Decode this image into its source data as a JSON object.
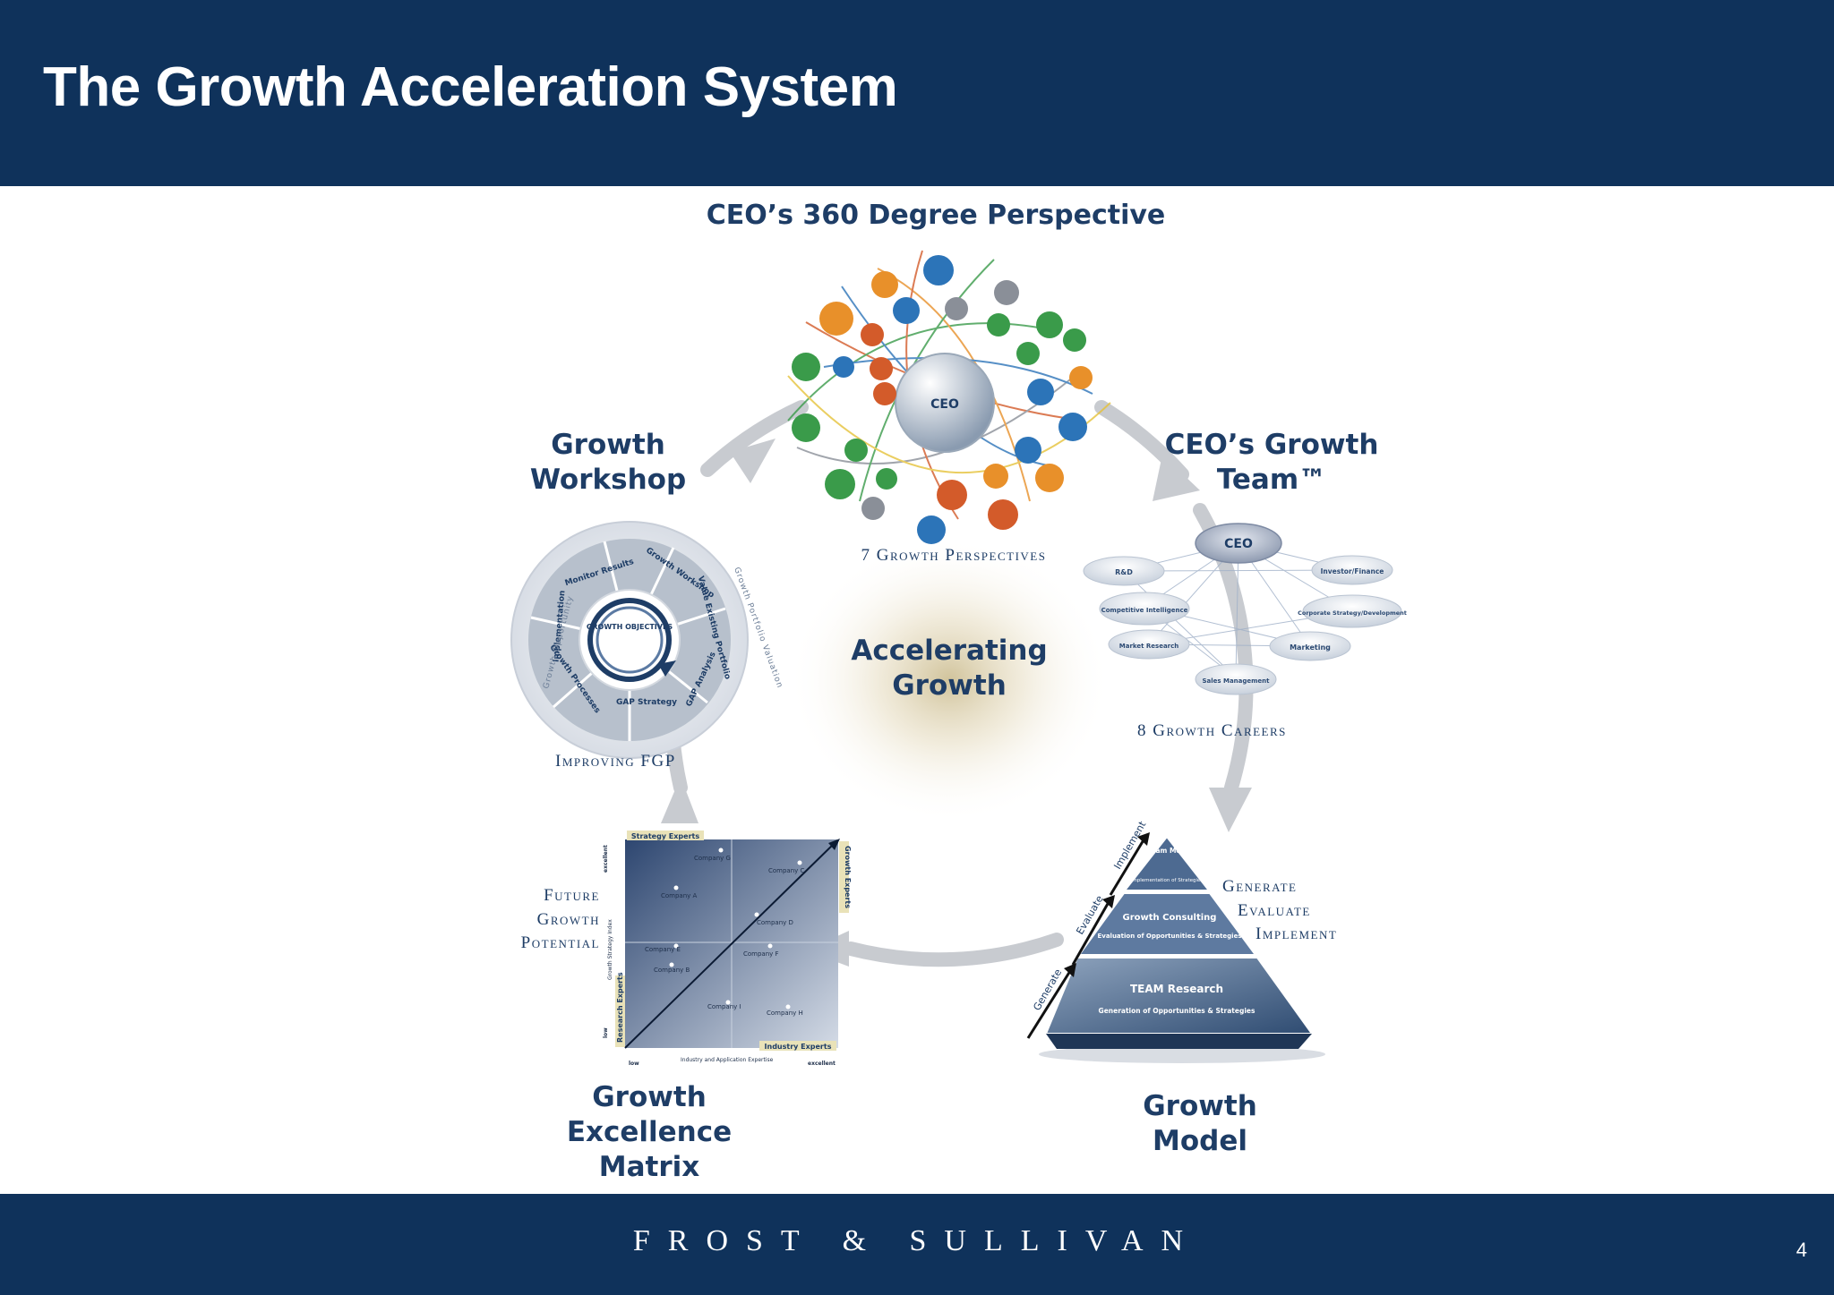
{
  "slide": {
    "title": "The Growth Acceleration System",
    "page_number": "4",
    "footer_brand": "FROST & SULLIVAN"
  },
  "center": {
    "title": "Accelerating Growth"
  },
  "perspective": {
    "heading": "CEO’s 360 Degree Perspective",
    "hub": "CEO",
    "caption": "7 Growth Perspectives"
  },
  "team": {
    "heading": "CEO’s Growth Team™",
    "hub": "CEO",
    "roles": [
      "R&D",
      "Investor/Finance",
      "Competitive Intelligence",
      "Corporate Strategy/Development",
      "Market Research",
      "Marketing",
      "Sales Management"
    ],
    "caption": "8 Growth Careers"
  },
  "model": {
    "heading": "Growth Model",
    "tiers": [
      {
        "title": "Growth Team Membership",
        "sub": "Implementation of Strategies"
      },
      {
        "title": "Growth Consulting",
        "sub": "Evaluation of Opportunities & Strategies"
      },
      {
        "title": "TEAM Research",
        "sub": "Generation of Opportunities & Strategies"
      }
    ],
    "arrow_labels": [
      "Generate",
      "Evaluate",
      "Implement"
    ],
    "steps": [
      "Generate",
      "Evaluate",
      "Implement"
    ]
  },
  "matrix": {
    "heading": "Growth Excellence Matrix",
    "side_caption": [
      "Future",
      "Growth",
      "Potential"
    ],
    "quadrants": [
      "Strategy Experts",
      "Growth Experts",
      "Research Experts",
      "Industry Experts"
    ],
    "y_axis": {
      "label": "Growth Strategy Index",
      "high": "excellent",
      "low": "low"
    },
    "x_axis": {
      "label": "Industry and Application Expertise",
      "high": "excellent",
      "low": "low"
    },
    "companies": [
      "Company G",
      "Company C",
      "Company A",
      "Company D",
      "Company E",
      "Company F",
      "Company B",
      "Company I",
      "Company H"
    ]
  },
  "workshop": {
    "heading": "Growth Workshop",
    "core": "GROWTH OBJECTIVES",
    "segments": [
      "Monitor Results",
      "Growth Workshop",
      "Value Existing Portfolio",
      "GAP Analysis",
      "GAP Strategy",
      "Growth Processes",
      "Implementation"
    ],
    "ring_left": "Growth Opportunity",
    "ring_right": "Growth Portfolio Valuation",
    "caption": "Improving FGP"
  },
  "colors": {
    "brand_navy": "#0f325b",
    "label_navy": "#1e3d66",
    "cycle_gray": "#c8cbd0"
  },
  "icons": [
    "cycle-arrow-icon"
  ]
}
